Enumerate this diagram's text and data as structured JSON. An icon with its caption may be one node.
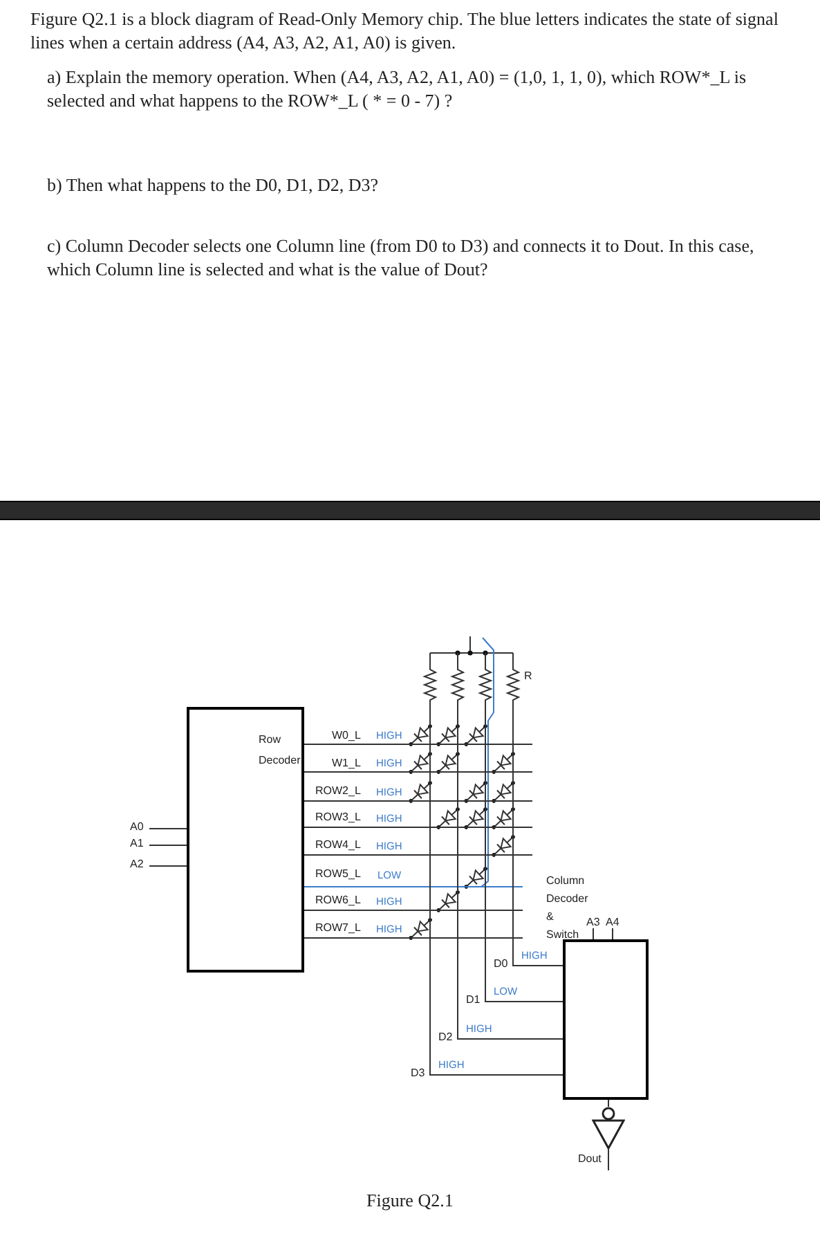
{
  "diagram": {
    "caption": "Figure Q2.1",
    "nodes": [
      {
        "text": [],
        "shape": "bar"
      },
      {
        "text": [
          "Row Decoder"
        ]
      },
      {
        "text": [
          "Column Decoder & Switch"
        ]
      },
      {
        "text": [],
        "shape": "triangle"
      }
    ],
    "edges": [
      {
        "from": null,
        "to": 1,
        "arrow": "none",
        "label": "A0"
      },
      {
        "from": null,
        "to": 1,
        "arrow": "none",
        "label": "A1"
      },
      {
        "from": null,
        "to": 1,
        "arrow": "none",
        "label": "A2"
      },
      {
        "from": 1,
        "to": null,
        "arrow": "none",
        "label": "W0_L"
      },
      {
        "from": 1,
        "to": null,
        "arrow": "none",
        "label": "W1_L"
      },
      {
        "from": 1,
        "to": null,
        "arrow": "none",
        "label": "ROW2_L"
      },
      {
        "from": 1,
        "to": null,
        "arrow": "none",
        "label": "ROW3_L"
      },
      {
        "from": 1,
        "to": null,
        "arrow": "none",
        "label": "ROW4_L"
      },
      {
        "from": 1,
        "to": null,
        "arrow": "none",
        "label": "ROW5_L",
        "color": "#3d7cc9"
      },
      {
        "from": 1,
        "to": null,
        "arrow": "none",
        "label": "ROW6_L"
      },
      {
        "from": 1,
        "to": null,
        "arrow": "none",
        "label": "ROW7_L"
      },
      {
        "from": null,
        "to": 2,
        "arrow": "none",
        "label": "D0"
      },
      {
        "from": null,
        "to": 2,
        "arrow": "none",
        "label": "D1"
      },
      {
        "from": null,
        "to": 2,
        "arrow": "none",
        "label": "D2"
      },
      {
        "from": null,
        "to": 2,
        "arrow": "none",
        "label": "D3"
      },
      {
        "from": null,
        "to": 2,
        "arrow": "none",
        "label": "A3"
      },
      {
        "from": null,
        "to": 2,
        "arrow": "none",
        "label": "A4"
      },
      {
        "from": 2,
        "to": 3,
        "arrow": "none"
      },
      {
        "from": 3,
        "to": null,
        "arrow": "none",
        "label": "Dout"
      }
    ],
    "labels": [
      "Figure Q2.1 is a block diagram of Read-Only Memory chip.  The blue letters indicates the state of signal lines when a certain address (A4, A3, A2, A1, A0) is given.",
      "a) Explain the memory operation. When (A4, A3, A2, A1, A0) = (1,0, 1, 1, 0), which ROW*_L is selected and what happens to the ROW*_L ( * = 0 - 7) ?",
      "b) Then what happens to the D0, D1, D2, D3?",
      "c) Column Decoder selects one Column line (from D0 to D3) and connects it to Dout. In this case, which Column line is selected and what is the value of Dout?",
      "R",
      "HIGH",
      "HIGH",
      "HIGH",
      "HIGH",
      "HIGH",
      "LOW",
      "HIGH",
      "HIGH",
      "HIGH",
      "LOW",
      "HIGH",
      "HIGH"
    ]
  }
}
